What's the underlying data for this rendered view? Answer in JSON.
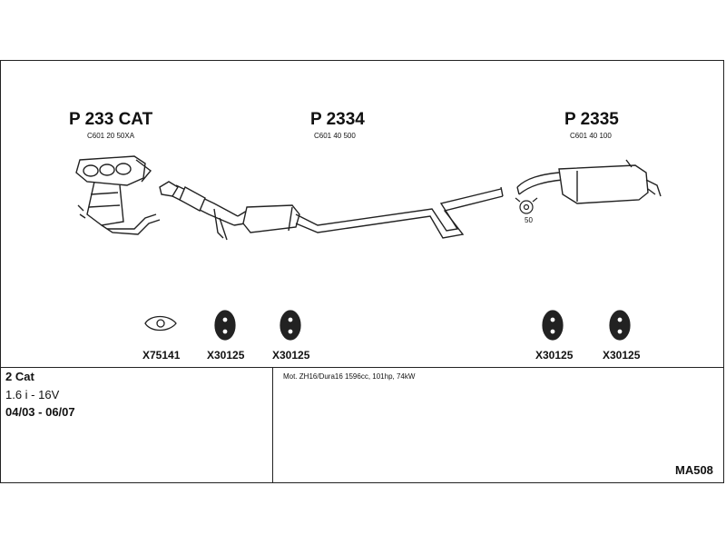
{
  "parts": {
    "p1": {
      "title": "P 233 CAT",
      "sub": "C601 20 50XA"
    },
    "p2": {
      "title": "P 2334",
      "sub": "C601 40 500"
    },
    "p3": {
      "title": "P 2335",
      "sub": "C601 40 100"
    }
  },
  "hanger_label": "50",
  "fittings": [
    {
      "code": "X75141",
      "icon": "gasket-icon"
    },
    {
      "code": "X30125",
      "icon": "rubber-hanger-icon"
    },
    {
      "code": "X30125",
      "icon": "rubber-hanger-icon"
    },
    {
      "code": "X30125",
      "icon": "rubber-hanger-icon"
    },
    {
      "code": "X30125",
      "icon": "rubber-hanger-icon"
    }
  ],
  "vehicle": {
    "cat": "2 Cat",
    "engine": "1.6 i - 16V",
    "years": "04/03 - 06/07"
  },
  "notes": "Mot. ZH16/Dura16 1596cc, 101hp, 74kW",
  "ref": "MA508"
}
